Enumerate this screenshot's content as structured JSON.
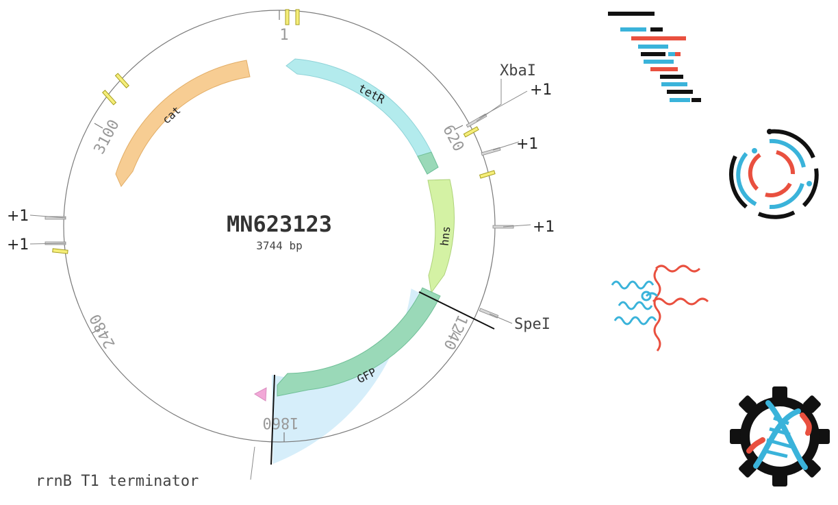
{
  "plasmid": {
    "name": "MN623123",
    "length_label": "3744 bp",
    "length_bp": 3744
  },
  "tick_labels": [
    {
      "text": "1",
      "bp": 1
    },
    {
      "text": "620",
      "bp": 620
    },
    {
      "text": "1240",
      "bp": 1240
    },
    {
      "text": "1860",
      "bp": 1860
    },
    {
      "text": "2480",
      "bp": 2480
    },
    {
      "text": "3100",
      "bp": 3100
    }
  ],
  "features": [
    {
      "id": "tetR",
      "label": "tetR",
      "color": "#b3ebed",
      "stroke": "#8fd3d8"
    },
    {
      "id": "hns",
      "label": "hns",
      "color": "#d4f2a4",
      "stroke": "#aed27a"
    },
    {
      "id": "GFP",
      "label": "GFP",
      "color": "#9ad9b8",
      "stroke": "#6fbf97"
    },
    {
      "id": "cat",
      "label": "cat",
      "color": "#f7cd93",
      "stroke": "#e2ad66"
    },
    {
      "id": "terminator",
      "label": "rrnB T1 terminator",
      "color": "#f2a8d7"
    }
  ],
  "sites": [
    {
      "label": "XbaI"
    },
    {
      "label": "SpeI"
    }
  ],
  "translation_marks": [
    "+1",
    "+1",
    "+1",
    "+1",
    "+1"
  ],
  "selection": {
    "from_label": "1240",
    "to_label": "1860",
    "color": "#d6eefa"
  },
  "colors": {
    "primer": "#f5ee7a",
    "backbone": "#777777",
    "blue": "#3ab3da",
    "red": "#e9503f",
    "black": "#111111"
  },
  "toolbar_icons": [
    "alignment-icon",
    "circular-map-icon",
    "protein-structure-icon",
    "dna-gear-icon"
  ]
}
